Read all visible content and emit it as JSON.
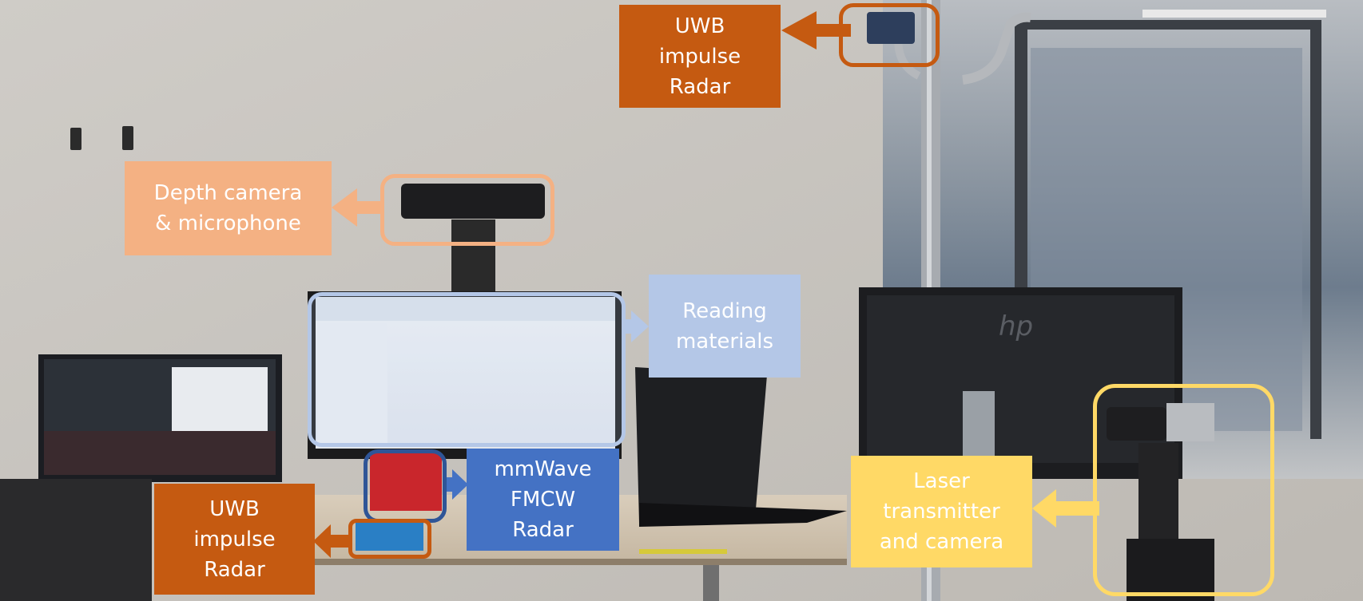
{
  "colors": {
    "uwb": "#C55A11",
    "depth": "#F4B183",
    "reading": "#B4C7E7",
    "mmwave": "#4472C4",
    "laser": "#FFD966"
  },
  "annotations": {
    "uwb_top": "UWB\nimpulse\nRadar",
    "depth_camera": "Depth camera\n& microphone",
    "reading_materials": "Reading\nmaterials",
    "mmwave_radar": "mmWave\nFMCW\nRadar",
    "uwb_bottom": "UWB\nimpulse\nRadar",
    "laser_camera": "Laser\ntransmitter\nand camera"
  },
  "monitor_brand": "hp"
}
